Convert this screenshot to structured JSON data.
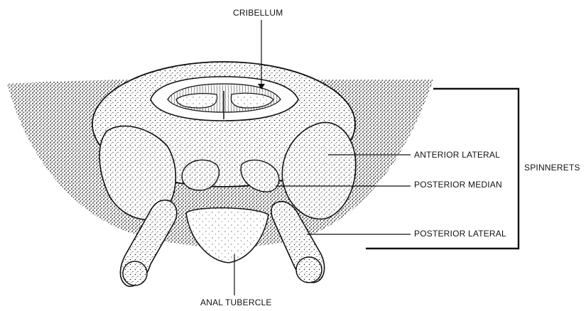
{
  "labels": {
    "cribellum": "CRIBELLUM",
    "anterior_lateral": "ANTERIOR LATERAL",
    "posterior_median": "POSTERIOR MEDIAN",
    "posterior_lateral": "POSTERIOR LATERAL",
    "spinnerets": "SPINNERETS",
    "anal_tubercle": "ANAL TUBERCLE"
  }
}
